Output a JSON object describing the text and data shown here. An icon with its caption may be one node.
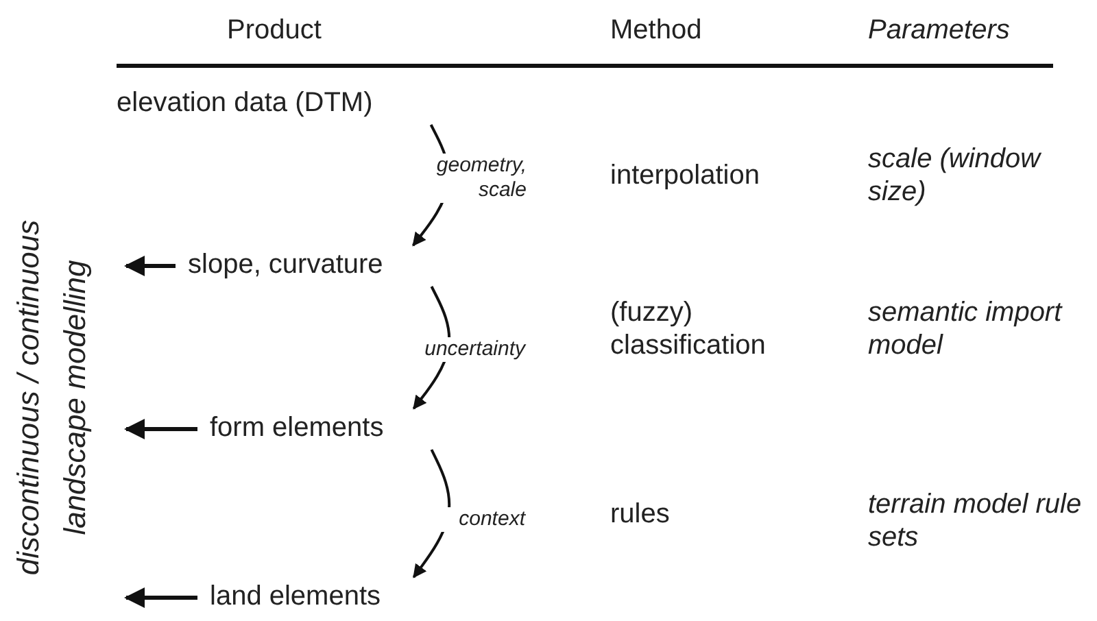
{
  "diagram": {
    "nodes": [
      {
        "text": [
          "elevation data (DTM)"
        ]
      },
      {
        "text": [
          "slope, curvature"
        ]
      },
      {
        "text": [
          "form elements"
        ]
      },
      {
        "text": [
          "land elements"
        ]
      },
      {
        "text": [
          "discontinuous / continuous landscape modelling"
        ]
      }
    ],
    "edges": [
      {
        "from": 0,
        "to": 1,
        "arrow": "to",
        "label": "geometry, scale"
      },
      {
        "from": 1,
        "to": 2,
        "arrow": "to",
        "label": "uncertainty"
      },
      {
        "from": 2,
        "to": 3,
        "arrow": "to",
        "label": "context"
      },
      {
        "from": 1,
        "to": 4,
        "arrow": "to"
      },
      {
        "from": 2,
        "to": 4,
        "arrow": "to"
      },
      {
        "from": 3,
        "to": 4,
        "arrow": "to"
      }
    ],
    "labels": [
      "Product",
      "Method",
      "Parameters",
      "interpolation",
      "scale (window size)",
      "(fuzzy) classification",
      "semantic import model",
      "rules",
      "terrain model rule sets"
    ]
  }
}
